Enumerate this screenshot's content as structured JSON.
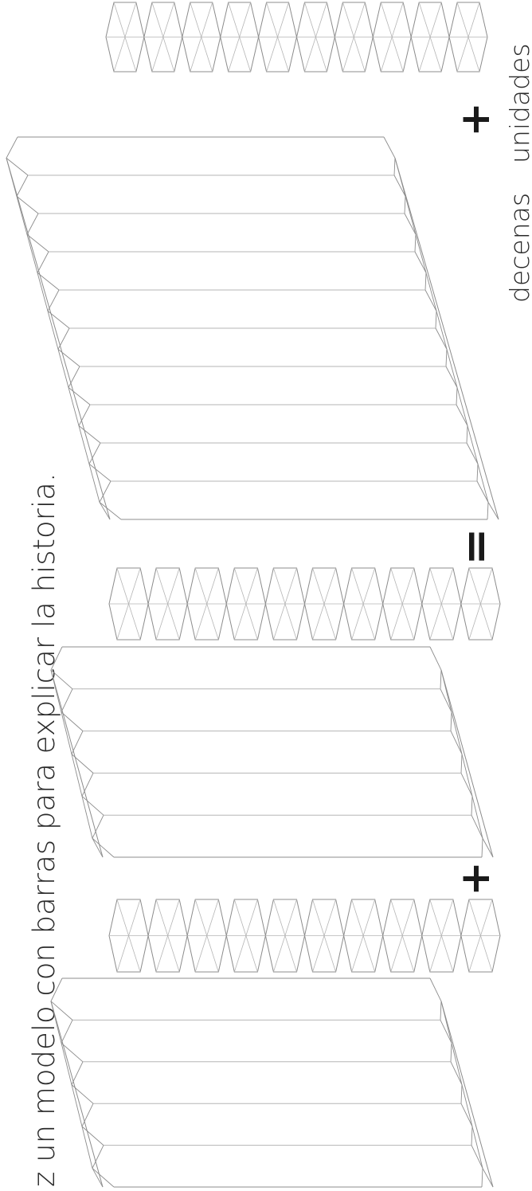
{
  "instruction": "z un modelo con barras para explicar la historia.",
  "operators": {
    "plus": "+",
    "equals": "="
  },
  "place_value_labels": {
    "tens": "decenas",
    "ones": "unidades"
  },
  "model": {
    "first_addend": {
      "ten_bars": 5,
      "unit_cubes": 10
    },
    "second_addend": {
      "ten_bars": 5,
      "unit_cubes": 10
    },
    "sum": {
      "ten_bars": 10,
      "unit_cubes": 10
    },
    "key": {
      "unit_cubes": 10
    }
  },
  "colors": {
    "line": "#8c8c8c",
    "line_light": "#b5b5b5",
    "text": "#2a2a2a"
  }
}
